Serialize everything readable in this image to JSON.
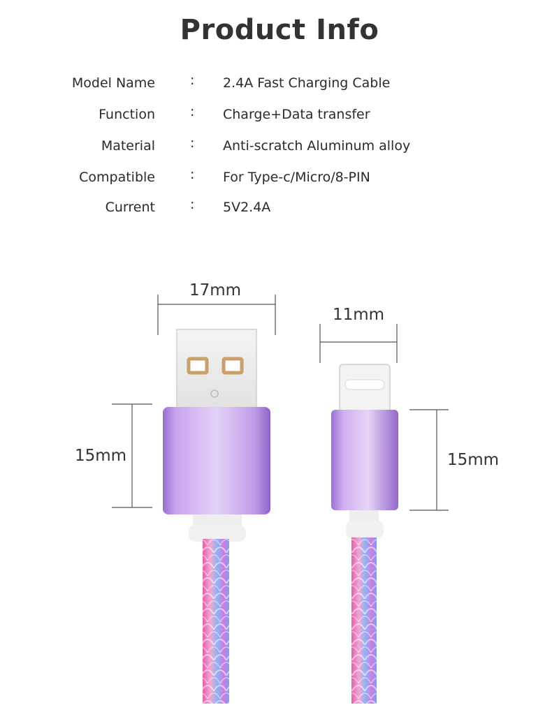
{
  "title": "Product Info",
  "specs": [
    {
      "label": "Model Name",
      "colon": ":",
      "value": "2.4A Fast Charging Cable"
    },
    {
      "label": "Function",
      "colon": ":",
      "value": "Charge+Data transfer"
    },
    {
      "label": "Material",
      "colon": ":",
      "value": "Anti-scratch Aluminum alloy"
    },
    {
      "label": "Compatible",
      "colon": ":",
      "value": "For  Type-c/Micro/8-PIN"
    },
    {
      "label": "Current",
      "colon": ":",
      "value": "5V2.4A"
    }
  ],
  "dimensions": {
    "usb_width": "17mm",
    "usb_length": "15mm",
    "typec_width": "11mm",
    "typec_length": "15mm"
  },
  "colors": {
    "housing": "#b88fe0",
    "housing_dark": "#8e62c4",
    "cable_pink": "#e86fb8",
    "cable_blue": "#7fa6f0"
  }
}
